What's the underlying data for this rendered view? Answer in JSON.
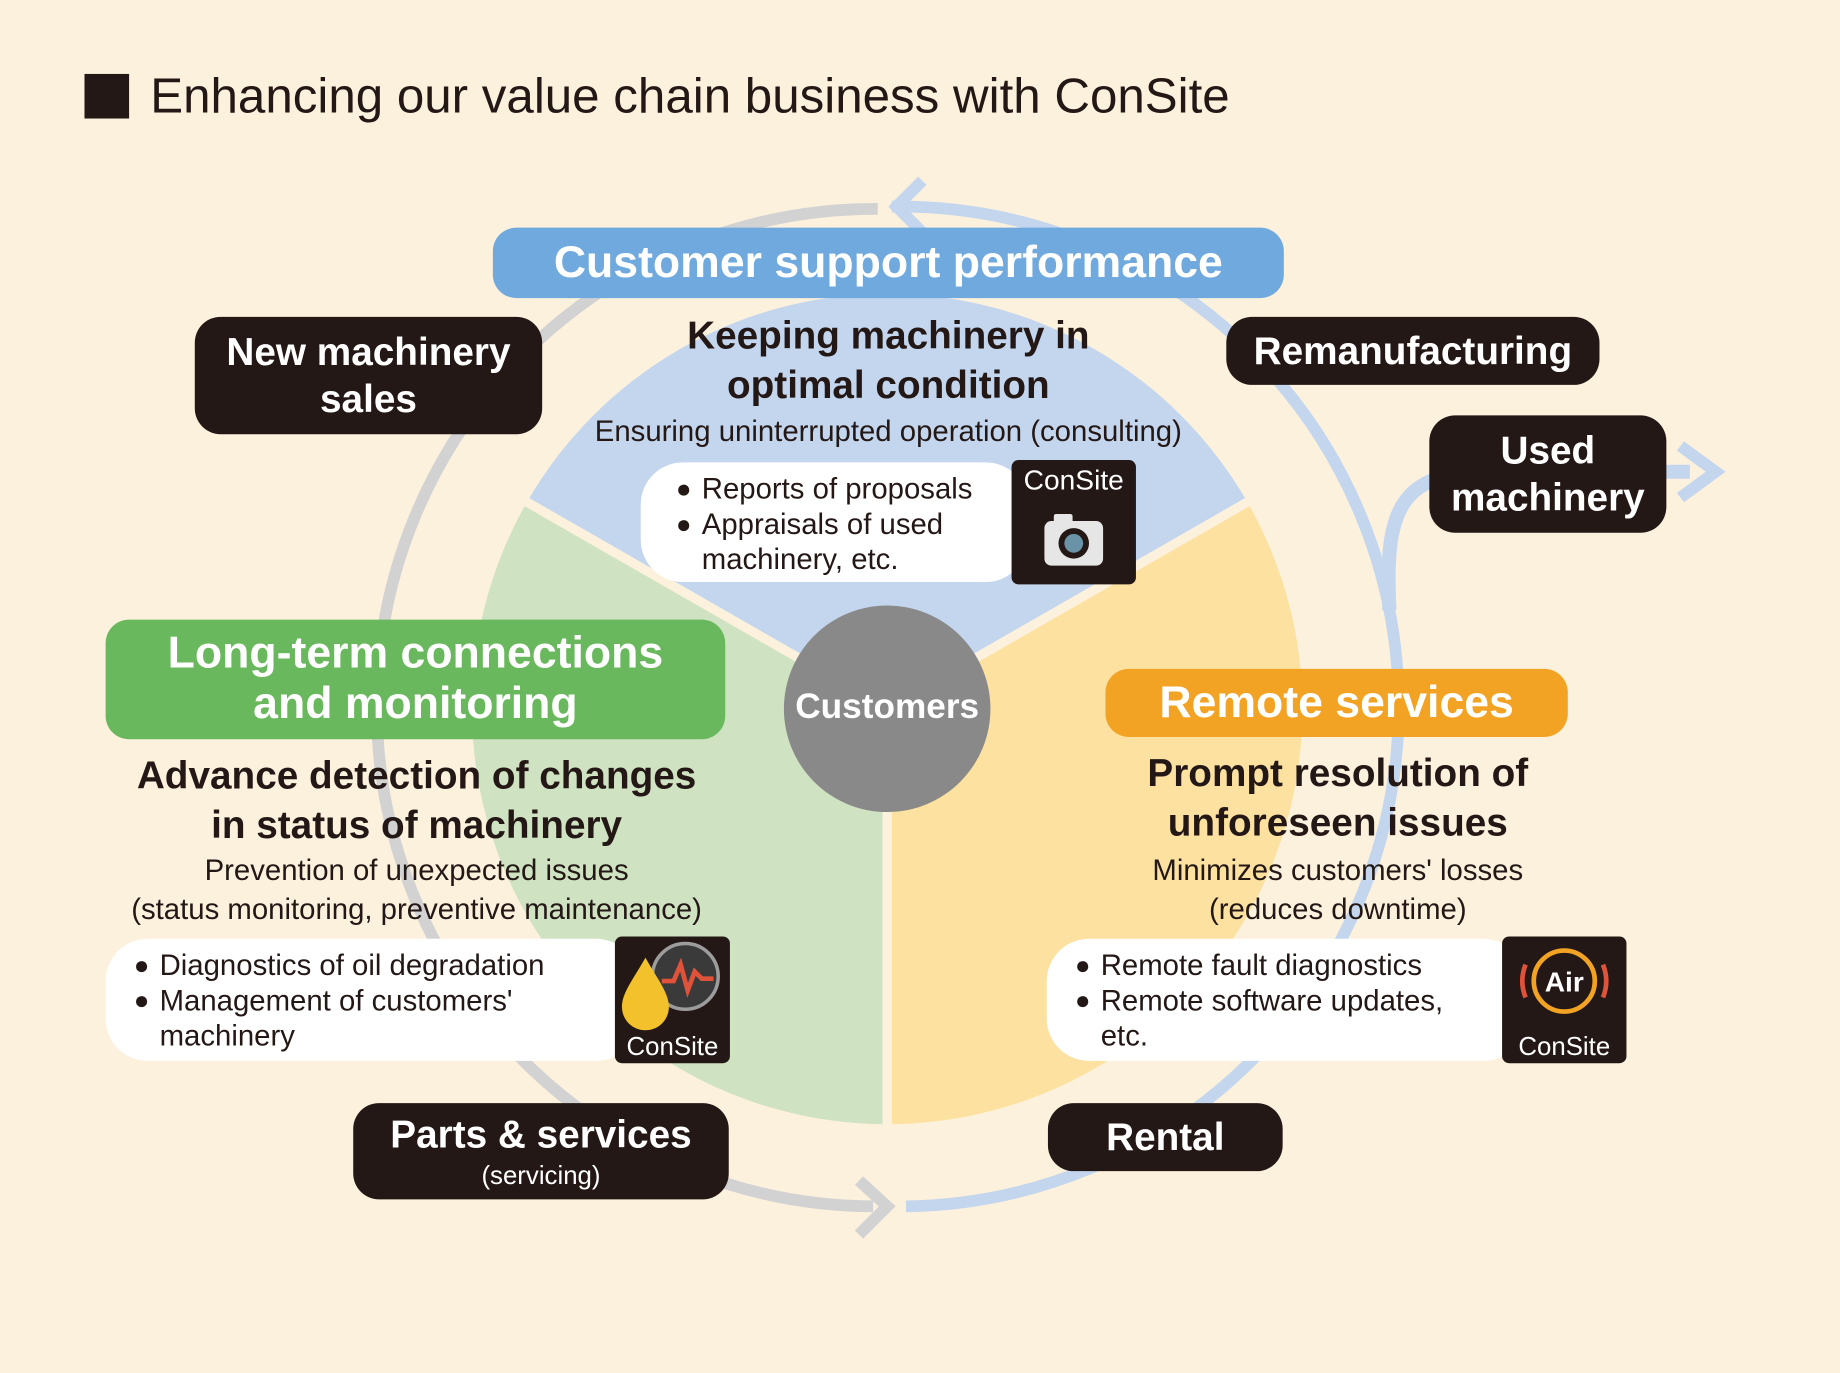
{
  "heading": "Enhancing our value chain business with ConSite",
  "center_label": "Customers",
  "sections": {
    "customer_support": {
      "pill": "Customer support performance",
      "title_line1": "Keeping machinery in",
      "title_line2": "optimal condition",
      "desc": "Ensuring uninterrupted operation (consulting)",
      "bullet1": "Reports of proposals",
      "bullet2_line1": "Appraisals of used",
      "bullet2_line2": "machinery, etc.",
      "logo_text": "ConSite"
    },
    "long_term": {
      "pill_line1": "Long-term connections",
      "pill_line2": "and monitoring",
      "title_line1": "Advance detection of changes",
      "title_line2": "in status of machinery",
      "desc_line1": "Prevention of unexpected issues",
      "desc_line2": "(status monitoring, preventive maintenance)",
      "bullet1": "Diagnostics of oil degradation",
      "bullet2_line1": "Management of customers'",
      "bullet2_line2": "machinery",
      "logo_text": "ConSite"
    },
    "remote": {
      "pill": "Remote services",
      "title_line1": "Prompt resolution of",
      "title_line2": "unforeseen issues",
      "desc_line1": "Minimizes customers' losses",
      "desc_line2": "(reduces downtime)",
      "bullet1": "Remote fault diagnostics",
      "bullet2_line1": "Remote software updates,",
      "bullet2_line2": "etc.",
      "logo_text": "ConSite",
      "air_text": "Air"
    }
  },
  "value_chain": {
    "new_machinery_line1": "New machinery",
    "new_machinery_line2": "sales",
    "remanufacturing": "Remanufacturing",
    "used_line1": "Used",
    "used_line2": "machinery",
    "parts": "Parts & services",
    "parts_sub": "(servicing)",
    "rental": "Rental"
  },
  "colors": {
    "background": "#fcf1dd",
    "blue_pill": "#6fa9dd",
    "green_pill": "#6ab85d",
    "orange_pill": "#f3a323",
    "blue_sector": "#c3d6ee",
    "green_sector": "#cfe2c1",
    "yellow_sector": "#fde1a0",
    "dark_box": "#231815",
    "center_circle": "#898989"
  }
}
